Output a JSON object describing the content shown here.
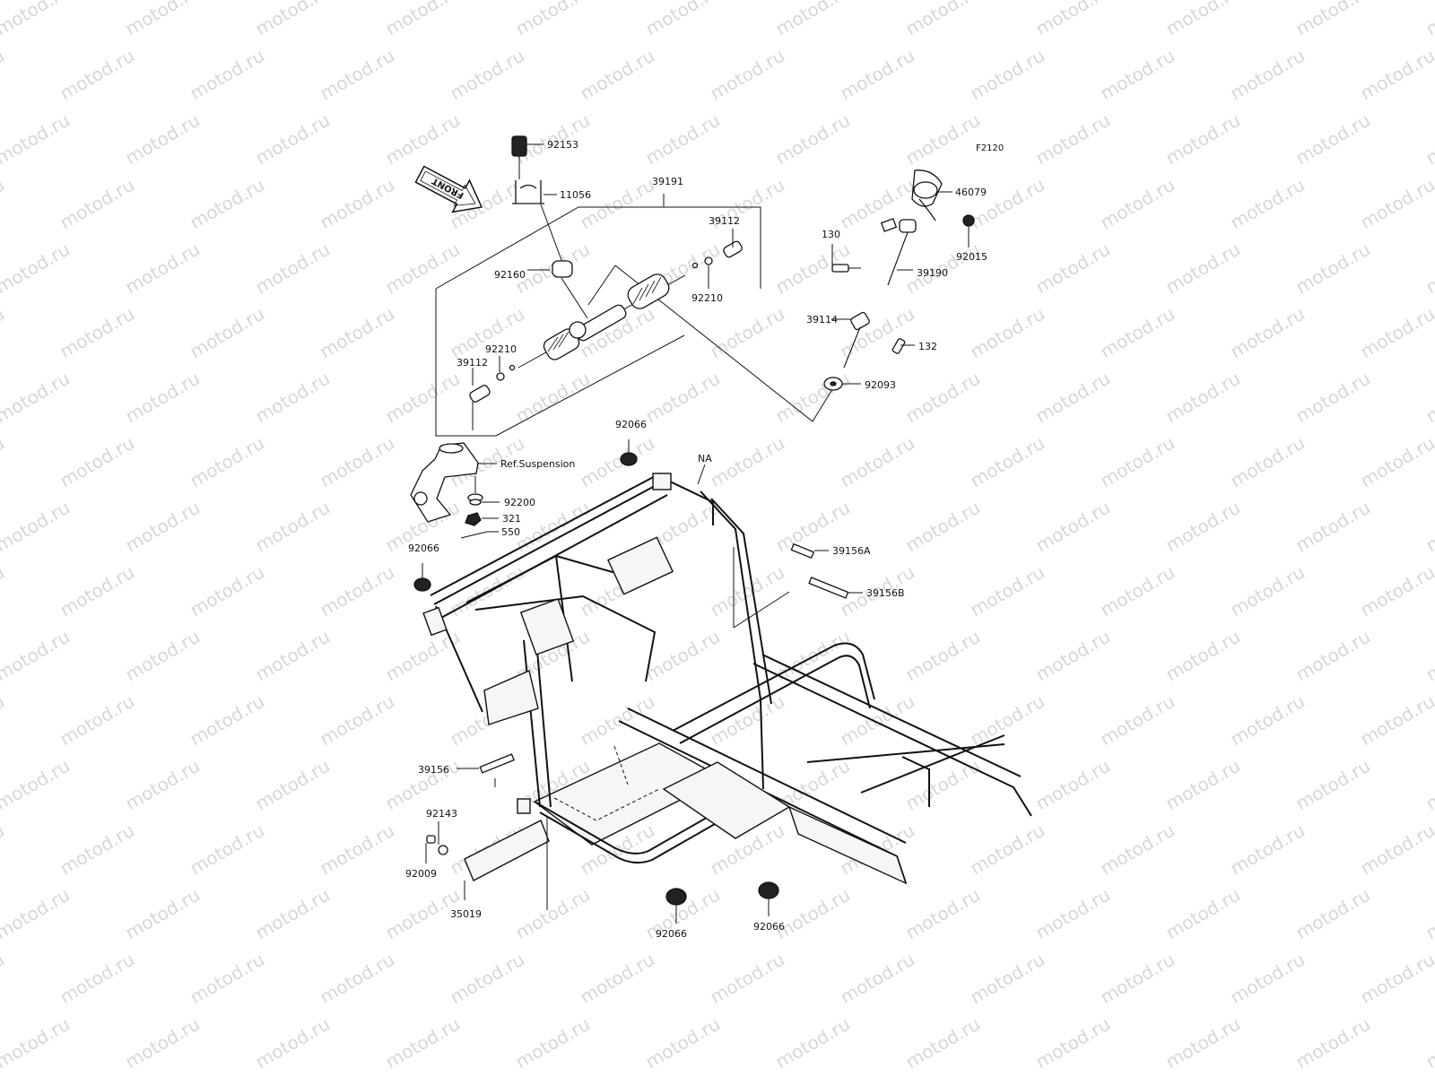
{
  "watermark": {
    "text": "motod.ru"
  },
  "diagram_code": "F2120",
  "front_badge": "FRONT",
  "ref_note": "Ref.Suspension",
  "frame_mark": "NA",
  "callouts": [
    {
      "id": "c-92153",
      "label": "92153"
    },
    {
      "id": "c-11056",
      "label": "11056"
    },
    {
      "id": "c-39191",
      "label": "39191"
    },
    {
      "id": "c-39112a",
      "label": "39112"
    },
    {
      "id": "c-92160",
      "label": "92160"
    },
    {
      "id": "c-92210a",
      "label": "92210"
    },
    {
      "id": "c-92210b",
      "label": "92210"
    },
    {
      "id": "c-39112b",
      "label": "39112"
    },
    {
      "id": "c-46079",
      "label": "46079"
    },
    {
      "id": "c-130",
      "label": "130"
    },
    {
      "id": "c-92015",
      "label": "92015"
    },
    {
      "id": "c-39190",
      "label": "39190"
    },
    {
      "id": "c-39114",
      "label": "39114"
    },
    {
      "id": "c-132",
      "label": "132"
    },
    {
      "id": "c-92093",
      "label": "92093"
    },
    {
      "id": "c-92066a",
      "label": "92066"
    },
    {
      "id": "c-92200",
      "label": "92200"
    },
    {
      "id": "c-321",
      "label": "321"
    },
    {
      "id": "c-550",
      "label": "550"
    },
    {
      "id": "c-92066b",
      "label": "92066"
    },
    {
      "id": "c-39156A",
      "label": "39156A"
    },
    {
      "id": "c-39156B",
      "label": "39156B"
    },
    {
      "id": "c-39156",
      "label": "39156"
    },
    {
      "id": "c-92143",
      "label": "92143"
    },
    {
      "id": "c-92009",
      "label": "92009"
    },
    {
      "id": "c-35019",
      "label": "35019"
    },
    {
      "id": "c-92066c",
      "label": "92066"
    },
    {
      "id": "c-92066d",
      "label": "92066"
    }
  ]
}
